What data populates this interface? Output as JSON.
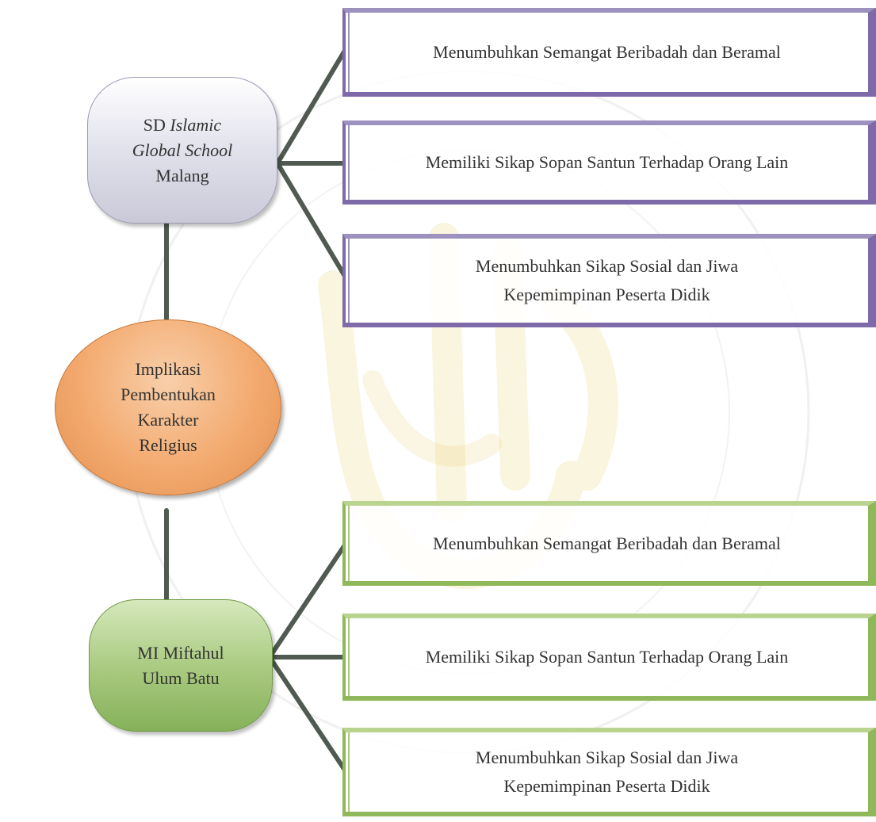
{
  "top_category": {
    "line1_prefix": "SD",
    "line1_italic": "Islamic",
    "line2_italic": "Global School",
    "line3": "Malang"
  },
  "center": {
    "lines": [
      "Implikasi",
      "Pembentukan",
      "Karakter",
      "Religius"
    ]
  },
  "bottom_category": {
    "lines": [
      "MI Miftahul",
      "Ulum Batu"
    ]
  },
  "top_items": [
    {
      "lines": [
        "Menumbuhkan Semangat Beribadah dan Beramal"
      ]
    },
    {
      "lines": [
        "Memiliki Sikap Sopan Santun Terhadap Orang Lain"
      ]
    },
    {
      "lines": [
        "Menumbuhkan Sikap Sosial dan Jiwa",
        "Kepemimpinan Peserta Didik"
      ]
    }
  ],
  "bottom_items": [
    {
      "lines": [
        "Menumbuhkan Semangat Beribadah dan Beramal"
      ]
    },
    {
      "lines": [
        "Memiliki Sikap Sopan Santun Terhadap Orang Lain"
      ]
    },
    {
      "lines": [
        "Menumbuhkan Sikap Sosial dan Jiwa",
        "Kepemimpinan Peserta Didik"
      ]
    }
  ],
  "colors": {
    "connector": "#505a50",
    "top_accent": "#7e6aa8",
    "bottom_accent": "#8fb85a",
    "center_fill": "#f3aa6f"
  }
}
